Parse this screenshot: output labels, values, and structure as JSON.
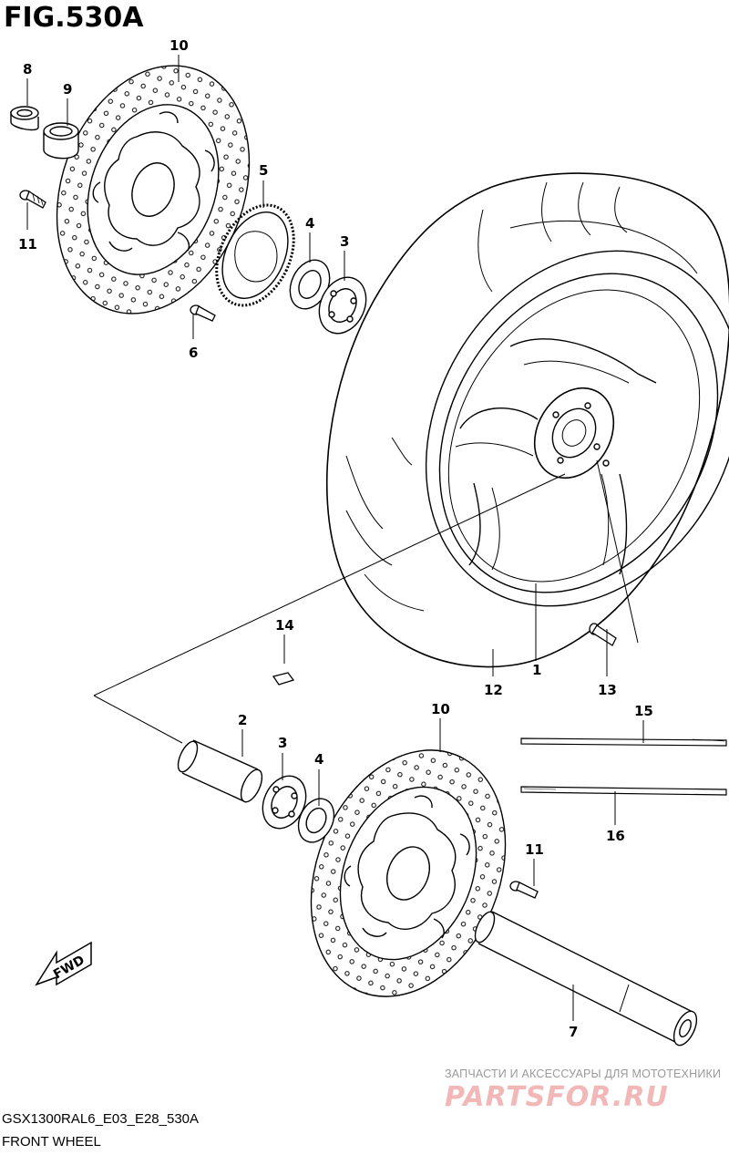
{
  "figure": {
    "title": "FIG.530A"
  },
  "callouts": {
    "c1": "1",
    "c2": "2",
    "c3a": "3",
    "c3b": "3",
    "c4a": "4",
    "c4b": "4",
    "c5": "5",
    "c6": "6",
    "c7": "7",
    "c8": "8",
    "c9": "9",
    "c10a": "10",
    "c10b": "10",
    "c11a": "11",
    "c11b": "11",
    "c12": "12",
    "c13": "13",
    "c14": "14",
    "c15": "15",
    "c16": "16"
  },
  "fwd_arrow": {
    "label": "FWD"
  },
  "watermark": {
    "caption": "ЗАПЧАСТИ И АКСЕССУАРЫ ДЛЯ МОТОТЕХНИКИ",
    "logo": "PARTSFOR.RU"
  },
  "footer": {
    "code": "GSX1300RAL6_E03_E28_530A",
    "name": "FRONT WHEEL"
  }
}
